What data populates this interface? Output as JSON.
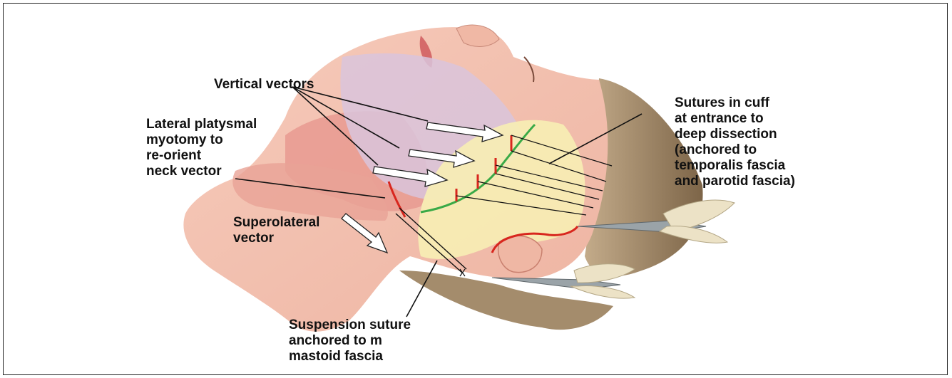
{
  "labels": {
    "vertical_vectors": "Vertical vectors",
    "lateral_platysmal": "Lateral platysmal\nmyotomy to\nre-orient\nneck vector",
    "superolateral": "Superolateral\nvector",
    "suspension_suture": "Suspension suture\nanchored to m\nmastoid fascia",
    "sutures_in_cuff": "Sutures in cuff\nat entrance to\ndeep dissection\n(anchored to\ntemporalis fascia\nand parotid fascia)"
  },
  "colors": {
    "skin": "#f2c2b0",
    "muscle": "#e89a90",
    "smas_flap": "#d9c4dc",
    "fascia_yellow": "#f7eeb4",
    "incision_red": "#d8261e",
    "green_line": "#3aaa47",
    "hair": "#8a7356",
    "instrument": "#9aa3a8"
  }
}
